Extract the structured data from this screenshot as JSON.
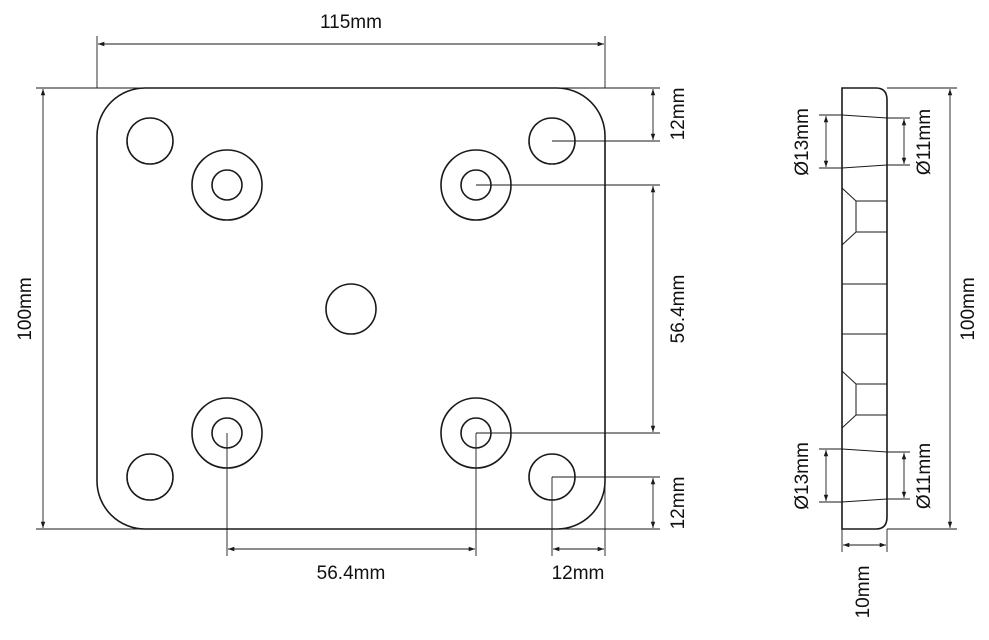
{
  "top_view": {
    "width_label": "115mm",
    "height_label": "100mm",
    "edge_offset_top_label": "12mm",
    "edge_offset_bottom_label": "12mm",
    "edge_offset_right_label": "12mm",
    "vertical_spacing_label": "56.4mm",
    "horizontal_spacing_label": "56.4mm"
  },
  "side_view": {
    "height_label": "100mm",
    "thickness_label": "10mm",
    "top_outer_diameter_label": "Ø13mm",
    "top_inner_diameter_label": "Ø11mm",
    "bottom_outer_diameter_label": "Ø13mm",
    "bottom_inner_diameter_label": "Ø11mm"
  },
  "colors": {
    "line": "#1a1a1a",
    "background": "#ffffff"
  }
}
